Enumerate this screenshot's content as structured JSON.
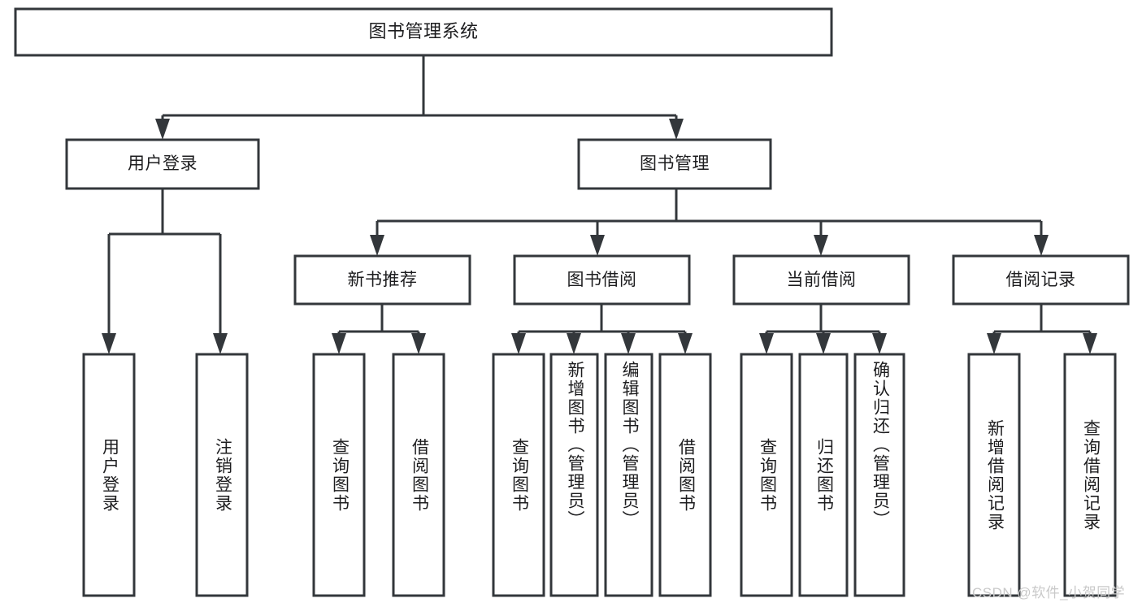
{
  "diagram": {
    "type": "tree",
    "title": "图书管理系统",
    "watermark": "CSDN @软件_小贺同学",
    "root": {
      "id": "root",
      "label": "图书管理系统",
      "orientation": "horizontal"
    },
    "level2": [
      {
        "id": "user-login",
        "label": "用户登录",
        "orientation": "horizontal"
      },
      {
        "id": "book-manage",
        "label": "图书管理",
        "orientation": "horizontal"
      }
    ],
    "level3": [
      {
        "id": "new-book-rec",
        "label": "新书推荐",
        "orientation": "horizontal",
        "parent": "book-manage"
      },
      {
        "id": "book-borrow",
        "label": "图书借阅",
        "orientation": "horizontal",
        "parent": "book-manage"
      },
      {
        "id": "current-borrow",
        "label": "当前借阅",
        "orientation": "horizontal",
        "parent": "book-manage"
      },
      {
        "id": "borrow-record",
        "label": "借阅记录",
        "orientation": "horizontal",
        "parent": "book-manage"
      }
    ],
    "leaves": [
      {
        "id": "leaf-user-login",
        "label": "用户登录",
        "orientation": "vertical",
        "parent": "user-login"
      },
      {
        "id": "leaf-user-logout",
        "label": "注销登录",
        "orientation": "vertical",
        "parent": "user-login"
      },
      {
        "id": "leaf-query-book-1",
        "label": "查询图书",
        "orientation": "vertical",
        "parent": "new-book-rec"
      },
      {
        "id": "leaf-borrow-book-1",
        "label": "借阅图书",
        "orientation": "vertical",
        "parent": "new-book-rec"
      },
      {
        "id": "leaf-query-book-2",
        "label": "查询图书",
        "orientation": "vertical",
        "parent": "book-borrow"
      },
      {
        "id": "leaf-add-book",
        "label": "新增图书（管理员）",
        "orientation": "vertical",
        "parent": "book-borrow"
      },
      {
        "id": "leaf-edit-book",
        "label": "编辑图书（管理员）",
        "orientation": "vertical",
        "parent": "book-borrow"
      },
      {
        "id": "leaf-borrow-book-2",
        "label": "借阅图书",
        "orientation": "vertical",
        "parent": "book-borrow"
      },
      {
        "id": "leaf-query-book-3",
        "label": "查询图书",
        "orientation": "vertical",
        "parent": "current-borrow"
      },
      {
        "id": "leaf-return-book",
        "label": "归还图书",
        "orientation": "vertical",
        "parent": "current-borrow"
      },
      {
        "id": "leaf-confirm-return",
        "label": "确认归还（管理员）",
        "orientation": "vertical",
        "parent": "current-borrow"
      },
      {
        "id": "leaf-add-record",
        "label": "新增借阅记录",
        "orientation": "vertical",
        "parent": "borrow-record"
      },
      {
        "id": "leaf-query-record",
        "label": "查询借阅记录",
        "orientation": "vertical",
        "parent": "borrow-record"
      }
    ],
    "colors": {
      "stroke": "#33373b",
      "box_fill": "#ffffff",
      "text": "#1d1d1f",
      "watermark": "#c9c9c9",
      "background": "#ffffff"
    }
  }
}
